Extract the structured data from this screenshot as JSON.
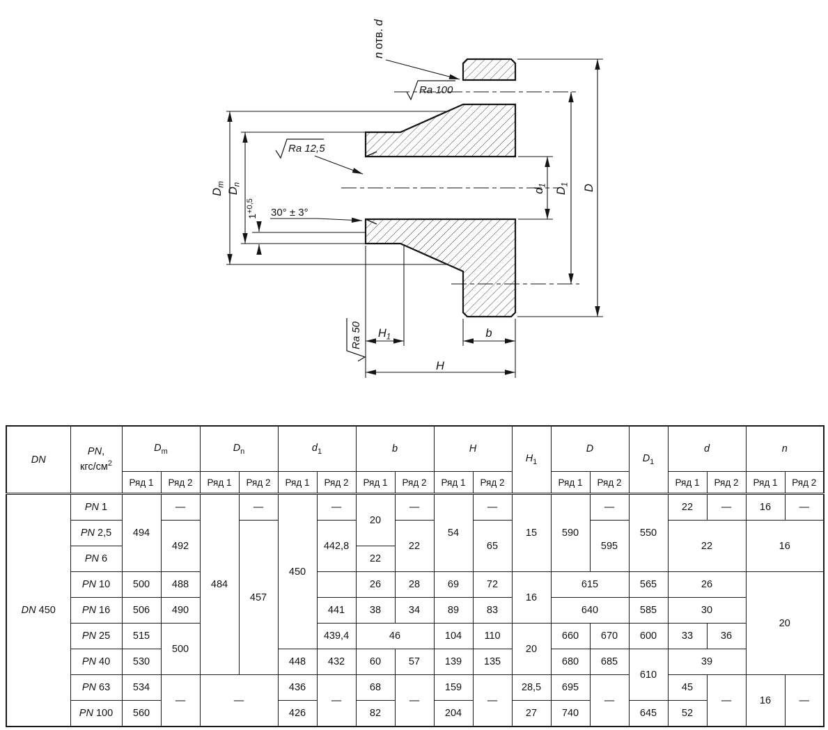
{
  "drawing": {
    "holes_note": {
      "n": "n",
      "text": "отв.",
      "d": "d"
    },
    "roughness": {
      "holes": "Ra 100",
      "seal": "Ra 12,5",
      "face": "Ra 50"
    },
    "labels": {
      "dm": {
        "base": "D",
        "sub": "m"
      },
      "dn": {
        "base": "D",
        "sub": "n"
      },
      "step": {
        "base": "1",
        "sup": "+0,5"
      },
      "angle": "30° ± 3°",
      "d1": {
        "base": "d",
        "sub": "1"
      },
      "D1": {
        "base": "D",
        "sub": "1"
      },
      "D": "D",
      "H1": {
        "base": "H",
        "sub": "1"
      },
      "H": "H",
      "b": "b"
    }
  },
  "table": {
    "dn": {
      "prefix": "DN",
      "value": "450"
    },
    "header": {
      "dn": "DN",
      "pn": {
        "symbol": "PN",
        "comma": ",",
        "unit": "кгс/см",
        "sup": "2"
      },
      "row1": "Ряд 1",
      "row2": "Ряд 2",
      "groups": [
        {
          "base": "D",
          "sub": "m",
          "span": 2
        },
        {
          "base": "D",
          "sub": "n",
          "span": 2
        },
        {
          "base": "d",
          "sub": "1",
          "span": 2
        },
        {
          "base": "b",
          "sub": "",
          "span": 2
        },
        {
          "base": "H",
          "sub": "",
          "span": 2
        },
        {
          "base": "H",
          "sub": "1",
          "span": 1
        },
        {
          "base": "D",
          "sub": "",
          "span": 2
        },
        {
          "base": "D",
          "sub": "1",
          "span": 1
        },
        {
          "base": "d",
          "sub": "",
          "span": 2
        },
        {
          "base": "n",
          "sub": "",
          "span": 2
        }
      ]
    },
    "rows": [
      {
        "pn": {
          "prefix": "PN",
          "value": "1"
        },
        "cells": [
          {
            "v": "494",
            "rs": 3
          },
          {
            "v": "—"
          },
          {
            "v": "484",
            "rs": 7
          },
          {
            "v": "—"
          },
          {
            "v": "450",
            "rs": 6
          },
          {
            "v": "—"
          },
          {
            "v": "20",
            "rs": 2
          },
          {
            "v": "—"
          },
          {
            "v": "54",
            "rs": 3
          },
          {
            "v": "—"
          },
          {
            "v": "15",
            "rs": 3
          },
          {
            "v": "590",
            "rs": 3
          },
          {
            "v": "—"
          },
          {
            "v": "550",
            "rs": 3
          },
          {
            "v": "22"
          },
          {
            "v": "—"
          },
          {
            "v": "16"
          },
          {
            "v": "—"
          }
        ]
      },
      {
        "pn": {
          "prefix": "PN",
          "value": "2,5"
        },
        "cells": [
          {
            "v": "492",
            "rs": 2
          },
          {
            "v": "457",
            "rs": 6
          },
          {
            "v": "442,8",
            "rs": 2
          },
          {
            "v": "22",
            "rs": 2
          },
          {
            "v": "65",
            "rs": 2
          },
          {
            "v": "595",
            "rs": 2
          },
          {
            "v": "22",
            "cs": 2,
            "rs": 2
          },
          {
            "v": "16",
            "cs": 2,
            "rs": 2
          }
        ]
      },
      {
        "pn": {
          "prefix": "PN",
          "value": "6"
        },
        "cells": [
          {
            "v": "22"
          }
        ]
      },
      {
        "pn": {
          "prefix": "PN",
          "value": "10"
        },
        "cells": [
          {
            "v": "500"
          },
          {
            "v": "488"
          },
          {
            "v": ""
          },
          {
            "v": "26"
          },
          {
            "v": "28"
          },
          {
            "v": "69"
          },
          {
            "v": "72"
          },
          {
            "v": "16",
            "rs": 2
          },
          {
            "v": "615",
            "cs": 2
          },
          {
            "v": "565"
          },
          {
            "v": "26",
            "cs": 2
          },
          {
            "v": "20",
            "cs": 2,
            "rs": 4
          }
        ]
      },
      {
        "pn": {
          "prefix": "PN",
          "value": "16"
        },
        "cells": [
          {
            "v": "506"
          },
          {
            "v": "490"
          },
          {
            "v": "441"
          },
          {
            "v": "38"
          },
          {
            "v": "34"
          },
          {
            "v": "89"
          },
          {
            "v": "83"
          },
          {
            "v": "640",
            "cs": 2
          },
          {
            "v": "585"
          },
          {
            "v": "30",
            "cs": 2
          }
        ]
      },
      {
        "pn": {
          "prefix": "PN",
          "value": "25"
        },
        "cells": [
          {
            "v": "515"
          },
          {
            "v": "500",
            "rs": 2
          },
          {
            "v": "439,4"
          },
          {
            "v": "46",
            "cs": 2
          },
          {
            "v": "104"
          },
          {
            "v": "110"
          },
          {
            "v": "20",
            "rs": 2
          },
          {
            "v": "660"
          },
          {
            "v": "670"
          },
          {
            "v": "600"
          },
          {
            "v": "33"
          },
          {
            "v": "36"
          }
        ]
      },
      {
        "pn": {
          "prefix": "PN",
          "value": "40"
        },
        "cells": [
          {
            "v": "530"
          },
          {
            "v": "448"
          },
          {
            "v": "432"
          },
          {
            "v": "60"
          },
          {
            "v": "57"
          },
          {
            "v": "139"
          },
          {
            "v": "135"
          },
          {
            "v": "680"
          },
          {
            "v": "685"
          },
          {
            "v": "610",
            "rs": 2
          },
          {
            "v": "39",
            "cs": 2
          }
        ]
      },
      {
        "pn": {
          "prefix": "PN",
          "value": "63"
        },
        "cells": [
          {
            "v": "534"
          },
          {
            "v": "—",
            "rs": 2
          },
          {
            "v": "—",
            "cs": 2,
            "rs": 2
          },
          {
            "v": "436"
          },
          {
            "v": "—",
            "rs": 2
          },
          {
            "v": "68"
          },
          {
            "v": "—",
            "rs": 2
          },
          {
            "v": "159"
          },
          {
            "v": "—",
            "rs": 2
          },
          {
            "v": "28,5"
          },
          {
            "v": "695"
          },
          {
            "v": "—",
            "rs": 2
          },
          {
            "v": "45"
          },
          {
            "v": "—",
            "rs": 2
          },
          {
            "v": "16",
            "rs": 2
          },
          {
            "v": "—",
            "rs": 2
          }
        ]
      },
      {
        "pn": {
          "prefix": "PN",
          "value": "100"
        },
        "cells": [
          {
            "v": "560"
          },
          {
            "v": "426"
          },
          {
            "v": "82"
          },
          {
            "v": "204"
          },
          {
            "v": "27"
          },
          {
            "v": "740"
          },
          {
            "v": "645"
          },
          {
            "v": "52"
          }
        ]
      }
    ]
  }
}
